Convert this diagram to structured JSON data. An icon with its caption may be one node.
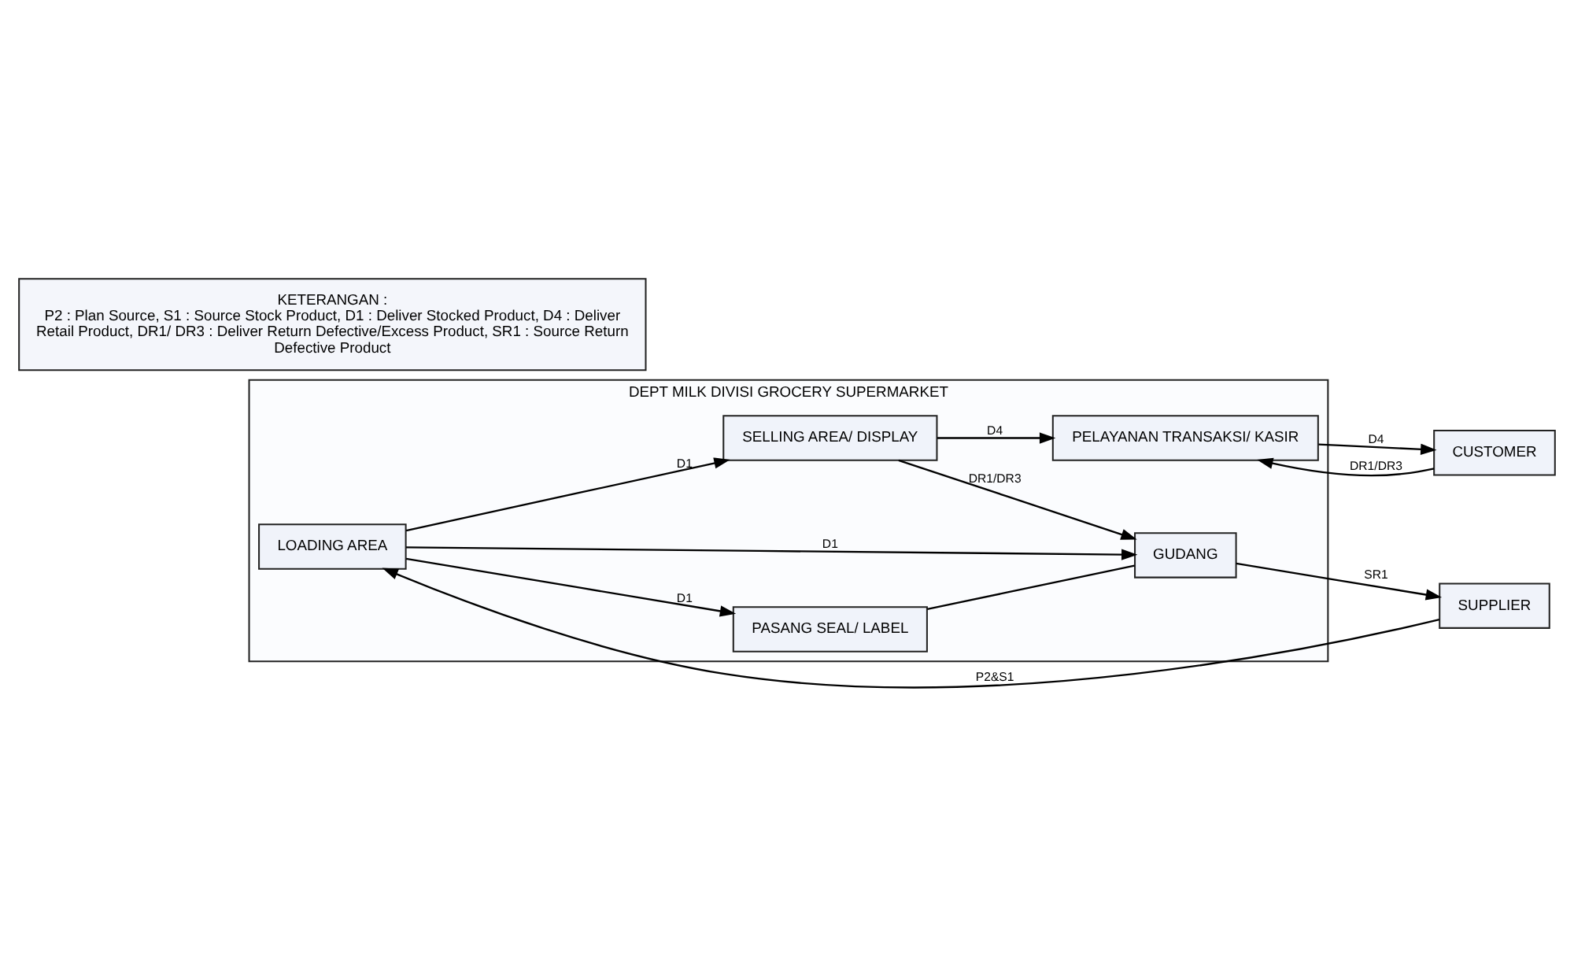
{
  "diagram": {
    "nodes": [
      {
        "text": [
          "DEPT MILK DIVISI GROCERY SUPERMARKET"
        ]
      },
      {
        "text": [
          "SUPPLIER"
        ]
      },
      {
        "text": [
          "LOADING AREA"
        ],
        "in": 0
      },
      {
        "text": [
          "PASANG SEAL/ LABEL"
        ],
        "in": 0
      },
      {
        "text": [
          "PELAYANAN TRANSAKSI/ KASIR"
        ],
        "in": 0
      },
      {
        "text": [
          "CUSTOMER"
        ]
      },
      {
        "text": [
          "SELLING AREA/ DISPLAY"
        ],
        "in": 0
      },
      {
        "text": [
          "GUDANG"
        ],
        "in": 0
      },
      {
        "text": [
          "KETERANGAN :",
          "P2 : Plan Source, S1 : Source Stock Product, D1 : Deliver Stocked Product, D4 : Deliver Retail Product, DR1/ DR3 : Deliver Return Defective/Excess Product, SR1 : Source Return Defective Product"
        ]
      }
    ],
    "edges": [
      {
        "from": 1,
        "to": 2,
        "arrow": "to",
        "label": "P2&S1"
      },
      {
        "from": 2,
        "to": 3,
        "arrow": "to",
        "label": "D1"
      },
      {
        "from": 2,
        "to": 6,
        "arrow": "to",
        "label": "D1"
      },
      {
        "from": 2,
        "to": 7,
        "arrow": "to",
        "label": "D1"
      },
      {
        "from": 3,
        "to": 7,
        "arrow": "none"
      },
      {
        "from": 6,
        "to": 4,
        "arrow": "to",
        "label": "D4"
      },
      {
        "from": 6,
        "to": 7,
        "arrow": "to",
        "label": "DR1/DR3"
      },
      {
        "from": 4,
        "to": 5,
        "arrow": "to",
        "label": "D4"
      },
      {
        "from": 5,
        "to": 4,
        "arrow": "to",
        "label": "DR1/DR3"
      },
      {
        "from": 7,
        "to": 1,
        "arrow": "to",
        "label": "SR1"
      }
    ]
  }
}
